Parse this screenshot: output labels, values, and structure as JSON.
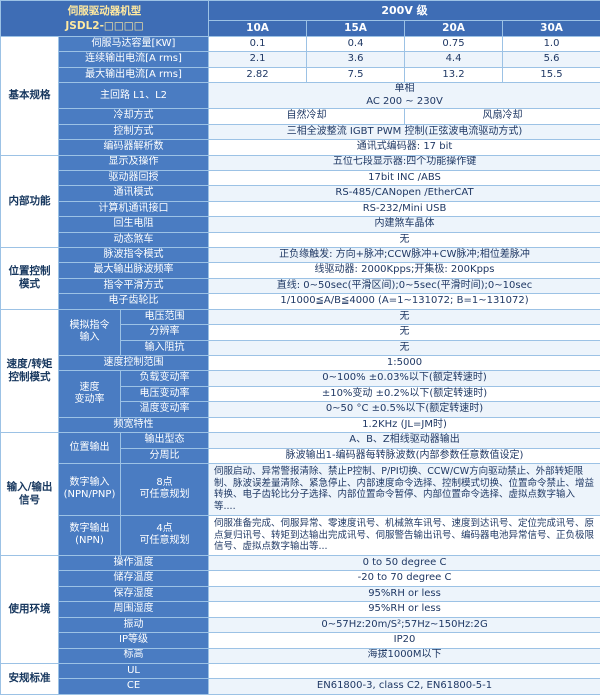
{
  "palette": {
    "header_blue": "#3e6db5",
    "label_blue": "#4a7cc2",
    "grid_blue": "#9cc2e5",
    "group_text": "#17375e",
    "value_text": "#1f3864",
    "accent_orange": "#c55a11",
    "model_text_yellow": "#ffe9a0",
    "stripe": "#edf4fb"
  },
  "header": {
    "model_line1": "伺服驱动器机型",
    "model_line2": "JSDL2-□□□□",
    "voltage_class": "200V 级",
    "columns": [
      "10A",
      "15A",
      "20A",
      "30A"
    ]
  },
  "basic": {
    "group": "基本规格",
    "motor_capacity_label": "伺服马达容量[KW]",
    "motor_capacity": [
      "0.1",
      "0.4",
      "0.75",
      "1.0"
    ],
    "cont_current_label": "连续输出电流[A rms]",
    "cont_current": [
      "2.1",
      "3.6",
      "4.4",
      "5.6"
    ],
    "max_current_label": "最大输出电流[A rms]",
    "max_current": [
      "2.82",
      "7.5",
      "13.2",
      "15.5"
    ],
    "main_circuit_label": "主回路 L1、L2",
    "main_circuit": "单相\nAC 200 ~ 230V",
    "cooling_label": "冷却方式",
    "cooling_natural": "自然冷却",
    "cooling_fan": "风扇冷却",
    "control_label": "控制方式",
    "control": "三相全波整流 IGBT PWM 控制(正弦波电流驱动方式)",
    "encoder_label": "编码器解析数",
    "encoder": "通讯式编码器: 17 bit"
  },
  "internal": {
    "group": "内部功能",
    "display_label": "显示及操作",
    "display": "五位七段显示器:四个功能操作键",
    "feedback_label": "驱动器回授",
    "feedback": "17bit INC /ABS",
    "comm_label": "通讯模式",
    "comm": "RS-485/CANopen /EtherCAT",
    "pc_label": "计算机通讯接口",
    "pc": "RS-232/Mini USB",
    "regen_label": "回生电阻",
    "regen": "内建煞车晶体",
    "dynamic_label": "动态煞车",
    "dynamic": "无"
  },
  "position": {
    "group": "位置控制\n模式",
    "pulse_mode_label": "脉波指令模式",
    "pulse_mode": "正负缘触发: 方向+脉冲;CCW脉冲+CW脉冲;相位差脉冲",
    "max_freq_label": "最大输出脉波频率",
    "max_freq": "线驱动器: 2000Kpps;开集极: 200Kpps",
    "smooth_label": "指令平滑方式",
    "smooth": "直线: 0~50sec(平滑区间);0~5sec(平滑时间);0~10sec",
    "gear_label": "电子齿轮比",
    "gear": "1/1000≦A/B≦4000 (A=1~131072; B=1~131072)"
  },
  "speed": {
    "group": "速度/转矩\n控制模式",
    "analog_label": "模拟指令\n输入",
    "voltage_range_label": "电压范围",
    "voltage_range": "无",
    "resolution_label": "分辨率",
    "resolution": "无",
    "impedance_label": "输入阻抗",
    "impedance": "无",
    "range_label": "速度控制范围",
    "range": "1:5000",
    "variation_label": "速度\n变动率",
    "load_var_label": "负载变动率",
    "load_var": "0~100% ±0.03%以下(额定转速时)",
    "volt_var_label": "电压变动率",
    "volt_var": "±10%变动 ±0.2%以下(额定转速时)",
    "temp_var_label": "温度变动率",
    "temp_var": "0~50 °C ±0.5%以下(额定转速时)",
    "bandwidth_label": "频宽特性",
    "bandwidth": "1.2KHz (JL=JM时)"
  },
  "io": {
    "group": "输入/输出\n信号",
    "pos_out_label": "位置输出",
    "out_type_label": "输出型态",
    "out_type": "A、B、Z相线驱动器输出",
    "div_label": "分周比",
    "div": "脉波输出1-编码器每转脉波数(内部参数任意数值设定)",
    "din_label": "数字输入\n(NPN/PNP)",
    "din_points": "8点\n可任意规划",
    "din": "伺服启动、异常警报清除、禁止P控制、P/PI切换、CCW/CW方向驱动禁止、外部转矩限制、脉波误差量清除、紧急停止、内部速度命令选择、控制模式切换、位置命令禁止、增益转换、电子齿轮比分子选择、内部位置命令暂停、内部位置命令选择、虚拟点数字输入等....",
    "dout_label": "数字输出\n(NPN)",
    "dout_points": "4点\n可任意规划",
    "dout": "伺服准备完成、伺服异常、零速度讯号、机械煞车讯号、速度到达讯号、定位完成讯号、原点复归讯号、转矩到达输出完成讯号、伺服警告输出讯号、编码器电池异常信号、正负极限信号、虚拟点数字输出等..."
  },
  "env": {
    "group": "使用环境",
    "op_temp_label": "操作温度",
    "op_temp": "0 to 50 degree C",
    "st_temp_label": "储存温度",
    "st_temp": "-20 to 70 degree C",
    "st_hum_label": "保存湿度",
    "st_hum": "95%RH or less",
    "amb_hum_label": "周围湿度",
    "amb_hum": "95%RH or less",
    "vib_label": "振动",
    "vib": "0~57Hz:20m/S²;57Hz~150Hz:2G",
    "ip_label": "IP等级",
    "ip": "IP20",
    "alt_label": "标高",
    "alt": "海拔1000M以下"
  },
  "safety": {
    "group": "安规标准",
    "ul_label": "UL",
    "ul": "",
    "ce_label": "CE",
    "ce": "EN61800-3, class C2, EN61800-5-1"
  }
}
